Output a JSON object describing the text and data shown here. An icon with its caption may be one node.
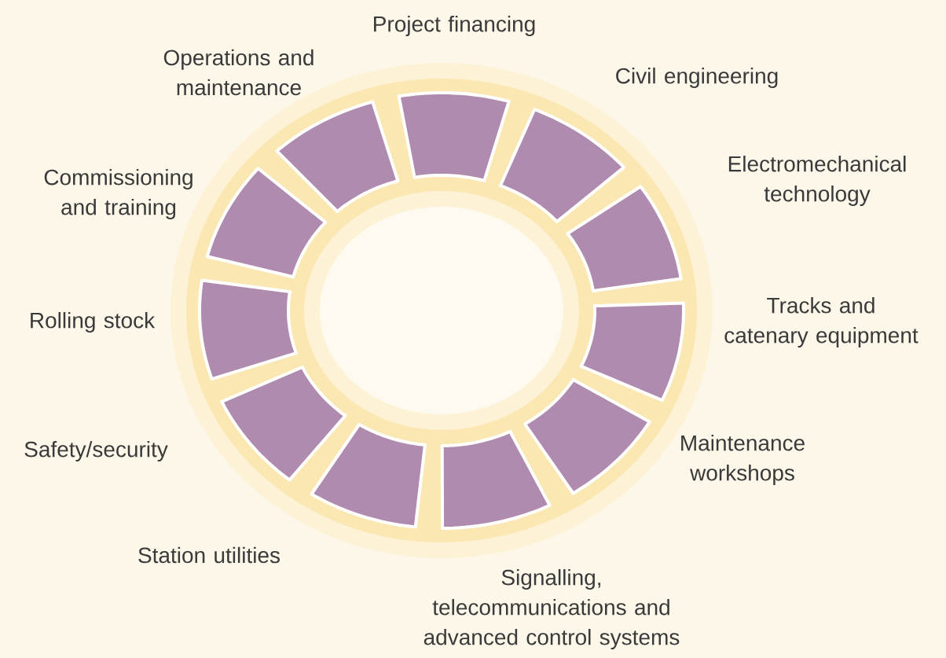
{
  "diagram": {
    "nodes": [
      {
        "text": [],
        "shape": "segment",
        "beside": [
          "Project financing"
        ]
      },
      {
        "text": [],
        "shape": "segment",
        "beside": [
          "Civil engineering"
        ]
      },
      {
        "text": [],
        "shape": "segment",
        "beside": [
          "Electromechanical technology"
        ]
      },
      {
        "text": [],
        "shape": "segment",
        "beside": [
          "Tracks and catenary equipment"
        ]
      },
      {
        "text": [],
        "shape": "segment",
        "beside": [
          "Maintenance workshops"
        ]
      },
      {
        "text": [],
        "shape": "segment",
        "beside": [
          "Signalling, telecommunications and advanced control systems"
        ]
      },
      {
        "text": [],
        "shape": "segment",
        "beside": [
          "Station utilities"
        ]
      },
      {
        "text": [],
        "shape": "segment",
        "beside": [
          "Safety/security"
        ]
      },
      {
        "text": [],
        "shape": "segment",
        "beside": [
          "Rolling stock"
        ]
      },
      {
        "text": [],
        "shape": "segment",
        "beside": [
          "Commissioning and training"
        ]
      },
      {
        "text": [],
        "shape": "segment",
        "beside": [
          "Operations and maintenance"
        ]
      }
    ]
  }
}
